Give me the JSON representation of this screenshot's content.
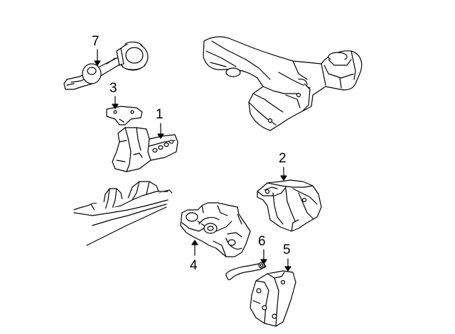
{
  "callouts": {
    "c1": "1",
    "c2": "2",
    "c3": "3",
    "c4": "4",
    "c5": "5",
    "c6": "6",
    "c7": "7"
  },
  "parts": [
    {
      "callout": "1",
      "icon": "engine-mount-icon"
    },
    {
      "callout": "2",
      "icon": "transmission-mount-icon"
    },
    {
      "callout": "3",
      "icon": "mount-bracket-icon"
    },
    {
      "callout": "4",
      "icon": "transmission-bracket-icon"
    },
    {
      "callout": "5",
      "icon": "mount-support-icon"
    },
    {
      "callout": "6",
      "icon": "bracket-rod-icon"
    },
    {
      "callout": "7",
      "icon": "torque-strut-icon"
    }
  ],
  "colors": {
    "line": "#000000",
    "background": "#ffffff"
  }
}
